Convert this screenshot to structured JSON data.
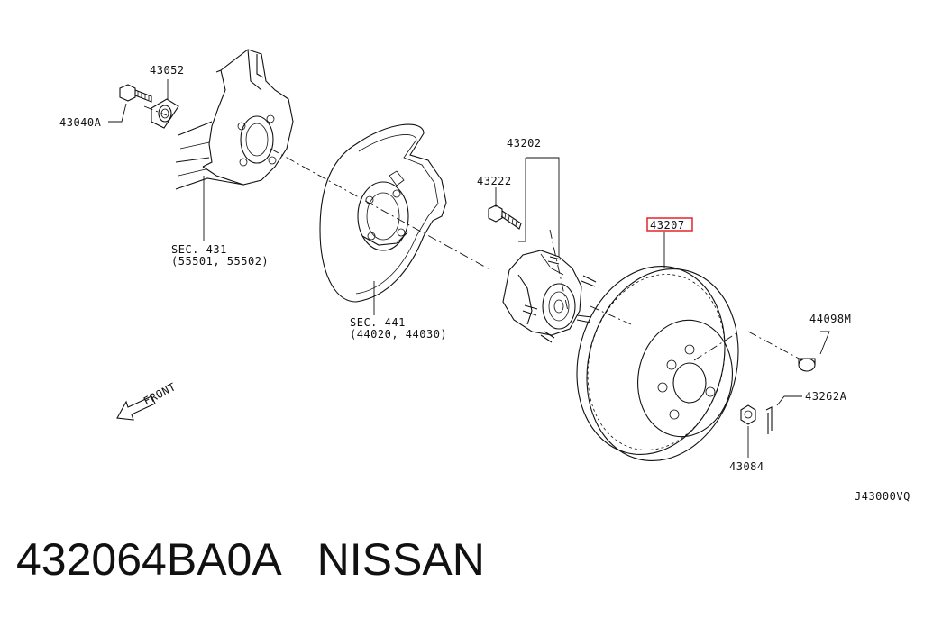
{
  "labels": {
    "l43052": "43052",
    "l43040A": "43040A",
    "lsec431a": "SEC. 431",
    "lsec431b": "(55501, 55502)",
    "l43202": "43202",
    "l43222": "43222",
    "l43207": "43207",
    "l44098M": "44098M",
    "lsec441a": "SEC. 441",
    "lsec441b": "(44020, 44030)",
    "l43262A": "43262A",
    "l43084": "43084",
    "lfront": "FRONT",
    "lref": "J43000VQ"
  },
  "highlight_color": "#e8202a",
  "caption": {
    "part_number": "432064BA0A",
    "brand": "NISSAN"
  }
}
